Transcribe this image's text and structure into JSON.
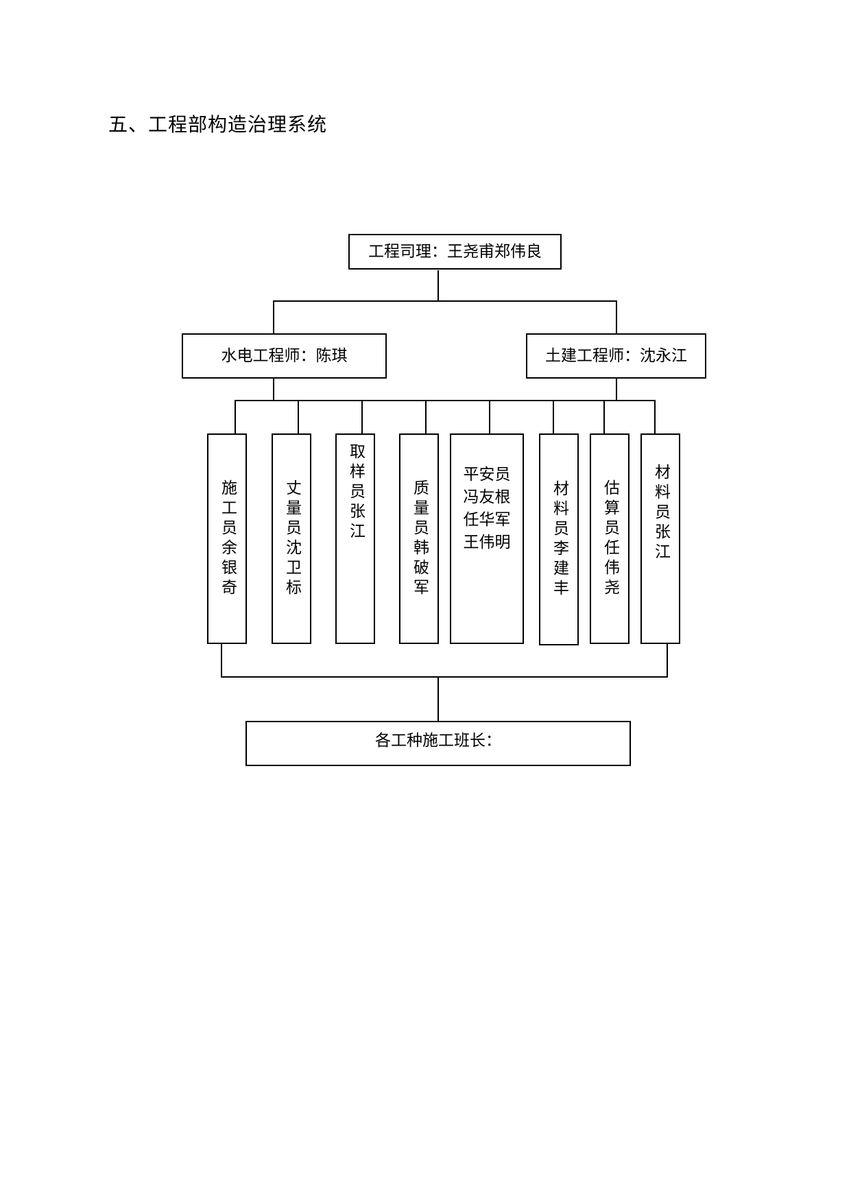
{
  "title": "五、工程部构造治理系统",
  "org_chart": {
    "manager": "工程司理：王尧甫郑伟良",
    "engineers": [
      "水电工程师：陈琪",
      "土建工程师：沈永江"
    ],
    "staff": [
      "施工员余银奇",
      "丈量员沈卫标",
      "取样员张江",
      "质量员韩破军",
      [
        "平安员",
        "冯友根",
        "任华军",
        "王伟明"
      ],
      "材料员李建丰",
      "估算员任伟尧",
      "材料员张江"
    ],
    "team_leaders": "各工种施工班长："
  }
}
